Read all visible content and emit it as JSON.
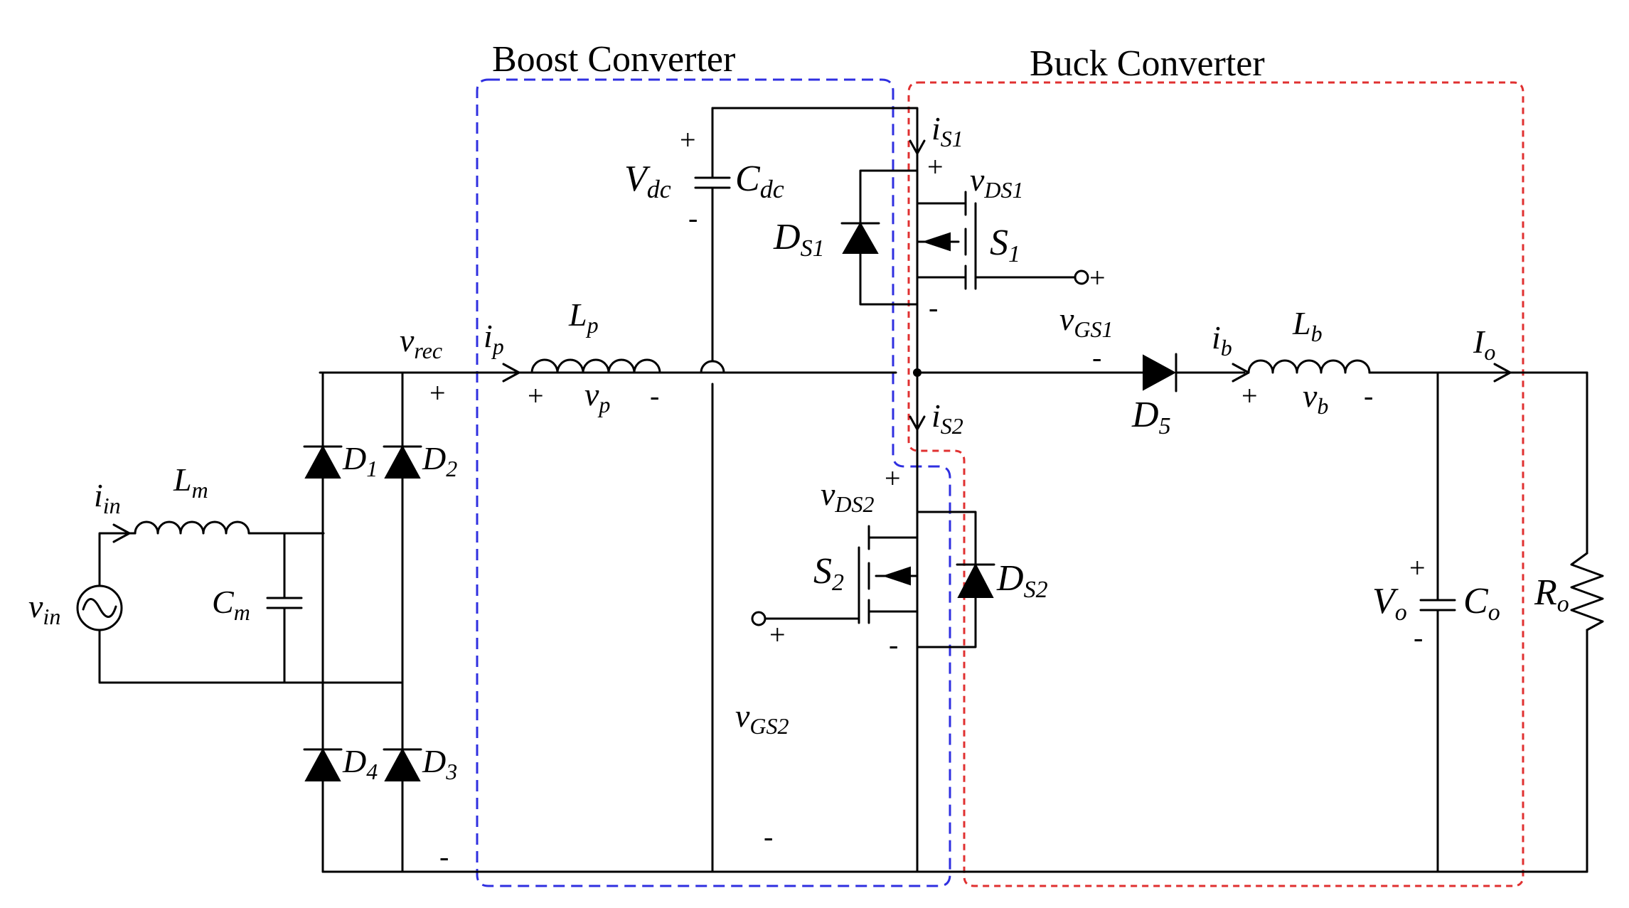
{
  "titles": {
    "boost": "Boost Converter",
    "buck": "Buck Converter"
  },
  "colors": {
    "boost_box": "#2f2fe0",
    "buck_box": "#e03030"
  },
  "labels": {
    "vin": [
      "v",
      "in"
    ],
    "iin": [
      "i",
      "in"
    ],
    "Lm": [
      "L",
      "m"
    ],
    "Cm": [
      "C",
      "m"
    ],
    "D1": [
      "D",
      "1"
    ],
    "D2": [
      "D",
      "2"
    ],
    "D3": [
      "D",
      "3"
    ],
    "D4": [
      "D",
      "4"
    ],
    "vrec": [
      "v",
      "rec"
    ],
    "ip": [
      "i",
      "p"
    ],
    "Lp": [
      "L",
      "p"
    ],
    "vp": [
      "v",
      "p"
    ],
    "Vdc": [
      "V",
      "dc"
    ],
    "Cdc": [
      "C",
      "dc"
    ],
    "iS1": [
      "i",
      "S1"
    ],
    "vDS1": [
      "v",
      "DS1"
    ],
    "DS1": [
      "D",
      "S1"
    ],
    "S1": [
      "S",
      "1"
    ],
    "vGS1": [
      "v",
      "GS1"
    ],
    "iS2": [
      "i",
      "S2"
    ],
    "vDS2": [
      "v",
      "DS2"
    ],
    "DS2": [
      "D",
      "S2"
    ],
    "S2": [
      "S",
      "2"
    ],
    "vGS2": [
      "v",
      "GS2"
    ],
    "D5": [
      "D",
      "5"
    ],
    "ib": [
      "i",
      "b"
    ],
    "Lb": [
      "L",
      "b"
    ],
    "vb": [
      "v",
      "b"
    ],
    "Io": [
      "I",
      "o"
    ],
    "Vo": [
      "V",
      "o"
    ],
    "Co": [
      "C",
      "o"
    ],
    "Ro": [
      "R",
      "o"
    ]
  },
  "signs": {
    "plus": "+",
    "minus": "-"
  }
}
